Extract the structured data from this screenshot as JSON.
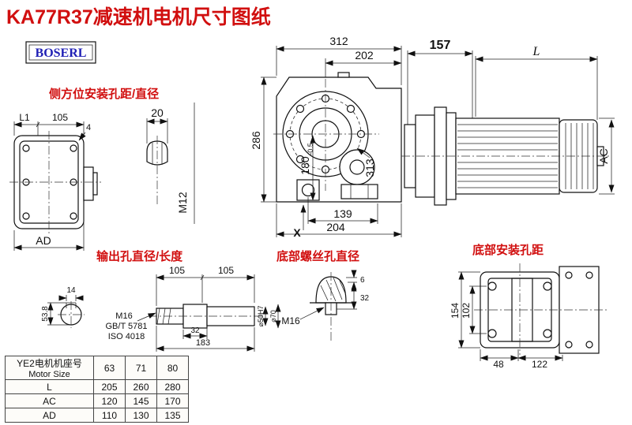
{
  "title": "KA77R37减速机电机尺寸图纸",
  "logo": "BOSERL",
  "colors": {
    "accent_red": "#d10f0f",
    "logo_blue": "#2121b5"
  },
  "annotations": {
    "side_mount": "侧方位安装孔距/直径",
    "output_hole": "输出孔直径/长度",
    "bottom_screw": "底部螺丝孔直径",
    "bottom_mount": "底部安装孔距"
  },
  "dims": {
    "top_width": "312",
    "top_inner": "202",
    "motor_gap": "157",
    "motor_length": "L",
    "body_height": "286",
    "shaft_height": "180",
    "shaft_height_tol": "-0.5",
    "hole_dia": "313",
    "foot_pitch": "139",
    "foot_width": "204",
    "hole_mark": "X",
    "side_bolt_len": "20",
    "side_bolt_thread": "M12",
    "left_l1": "L1",
    "left_105": "105",
    "left_4": "4",
    "left_ad": "AD",
    "motor_ac": "AC",
    "key_width": "14",
    "bore_depth": "53.8",
    "shaft_105a": "105",
    "shaft_105b": "105",
    "shaft_thread": "M16",
    "shaft_std1": "GB/T 5781",
    "shaft_std2": "ISO 4018",
    "shaft_32": "32",
    "shaft_183": "183",
    "shaft_d50": "⌀50H7",
    "shaft_d70": "⌀70",
    "bot_bolt_6": "6",
    "bot_bolt_32": "32",
    "bot_bolt_thread": "M16",
    "base_154": "154",
    "base_102": "102",
    "base_48": "48",
    "base_122": "122"
  },
  "table": {
    "col_header_cn": "YE2电机机座号",
    "col_header_en": "Motor Size",
    "sizes": [
      "63",
      "71",
      "80"
    ],
    "rows": [
      {
        "label": "L",
        "values": [
          "205",
          "260",
          "280"
        ]
      },
      {
        "label": "AC",
        "values": [
          "120",
          "145",
          "170"
        ]
      },
      {
        "label": "AD",
        "values": [
          "110",
          "130",
          "135"
        ]
      }
    ]
  }
}
